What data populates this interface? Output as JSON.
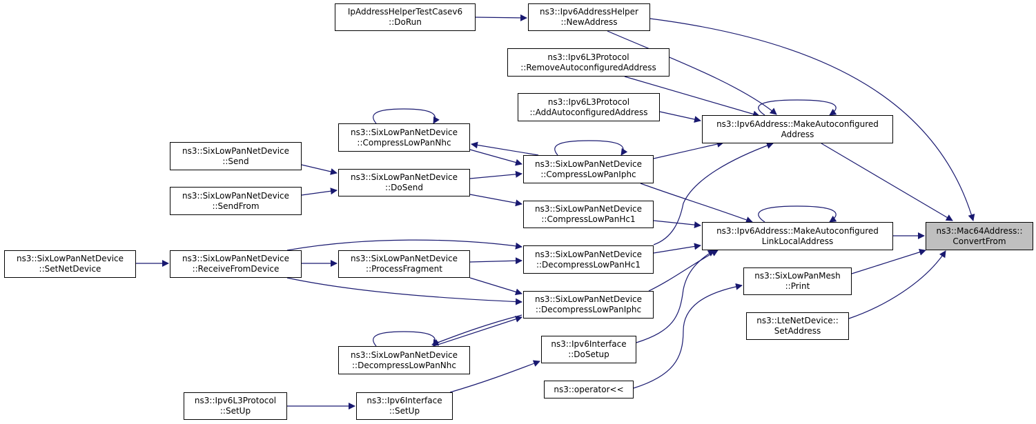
{
  "graph": {
    "colors": {
      "edge": "#191970",
      "focus_fill": "#bfbfbf",
      "node_border": "#000000"
    },
    "nodes": {
      "convertfrom": {
        "line1": "ns3::Mac64Address::",
        "line2": "ConvertFrom"
      },
      "ipv6helper_newaddress": {
        "line1": "ns3::Ipv6AddressHelper",
        "line2": "::NewAddress"
      },
      "iphelpertest_dorun": {
        "line1": "IpAddressHelperTestCasev6",
        "line2": "::DoRun"
      },
      "l3_removeauto": {
        "line1": "ns3::Ipv6L3Protocol",
        "line2": "::RemoveAutoconfiguredAddress"
      },
      "l3_addauto": {
        "line1": "ns3::Ipv6L3Protocol",
        "line2": "::AddAutoconfiguredAddress"
      },
      "makeauto": {
        "line1": "ns3::Ipv6Address::MakeAutoconfigured",
        "line2": "Address"
      },
      "compress_nhc": {
        "line1": "ns3::SixLowPanNetDevice",
        "line2": "::CompressLowPanNhc"
      },
      "compress_iphc": {
        "line1": "ns3::SixLowPanNetDevice",
        "line2": "::CompressLowPanIphc"
      },
      "send": {
        "line1": "ns3::SixLowPanNetDevice",
        "line2": "::Send"
      },
      "dosend": {
        "line1": "ns3::SixLowPanNetDevice",
        "line2": "::DoSend"
      },
      "sendfrom": {
        "line1": "ns3::SixLowPanNetDevice",
        "line2": "::SendFrom"
      },
      "compress_hc1": {
        "line1": "ns3::SixLowPanNetDevice",
        "line2": "::CompressLowPanHc1"
      },
      "makeauto_ll": {
        "line1": "ns3::Ipv6Address::MakeAutoconfigured",
        "line2": "LinkLocalAddress"
      },
      "setnetdevice": {
        "line1": "ns3::SixLowPanNetDevice",
        "line2": "::SetNetDevice"
      },
      "receivefromdevice": {
        "line1": "ns3::SixLowPanNetDevice",
        "line2": "::ReceiveFromDevice"
      },
      "processfragment": {
        "line1": "ns3::SixLowPanNetDevice",
        "line2": "::ProcessFragment"
      },
      "decompress_hc1": {
        "line1": "ns3::SixLowPanNetDevice",
        "line2": "::DecompressLowPanHc1"
      },
      "mesh_print": {
        "line1": "ns3::SixLowPanMesh",
        "line2": "::Print"
      },
      "decompress_iphc": {
        "line1": "ns3::SixLowPanNetDevice",
        "line2": "::DecompressLowPanIphc"
      },
      "lte_setaddress": {
        "line1": "ns3::LteNetDevice::",
        "line2": "SetAddress"
      },
      "iface_dosetup": {
        "line1": "ns3::Ipv6Interface",
        "line2": "::DoSetup"
      },
      "decompress_nhc": {
        "line1": "ns3::SixLowPanNetDevice",
        "line2": "::DecompressLowPanNhc"
      },
      "operator_lshift": {
        "line1": "ns3::operator<<",
        "line2": ""
      },
      "l3_setup": {
        "line1": "ns3::Ipv6L3Protocol",
        "line2": "::SetUp"
      },
      "iface_setup": {
        "line1": "ns3::Ipv6Interface",
        "line2": "::SetUp"
      }
    }
  }
}
